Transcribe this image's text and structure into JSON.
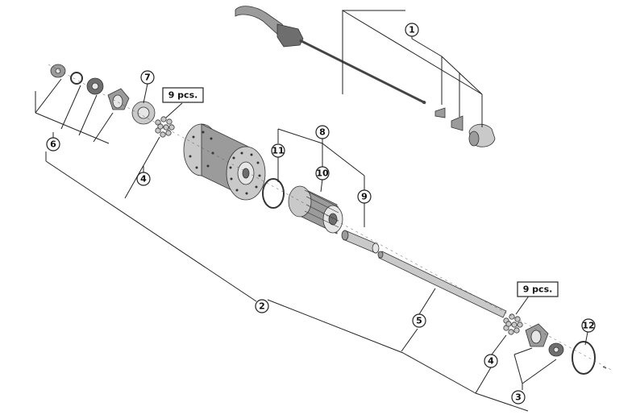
{
  "callouts": {
    "c1": "1",
    "c2": "2",
    "c3": "3",
    "c4a": "4",
    "c4b": "4",
    "c5": "5",
    "c6": "6",
    "c7": "7",
    "c8": "8",
    "c9": "9",
    "c10": "10",
    "c11": "11",
    "c12": "12"
  },
  "quantity_labels": {
    "left": "9 pcs.",
    "right": "9 pcs."
  }
}
